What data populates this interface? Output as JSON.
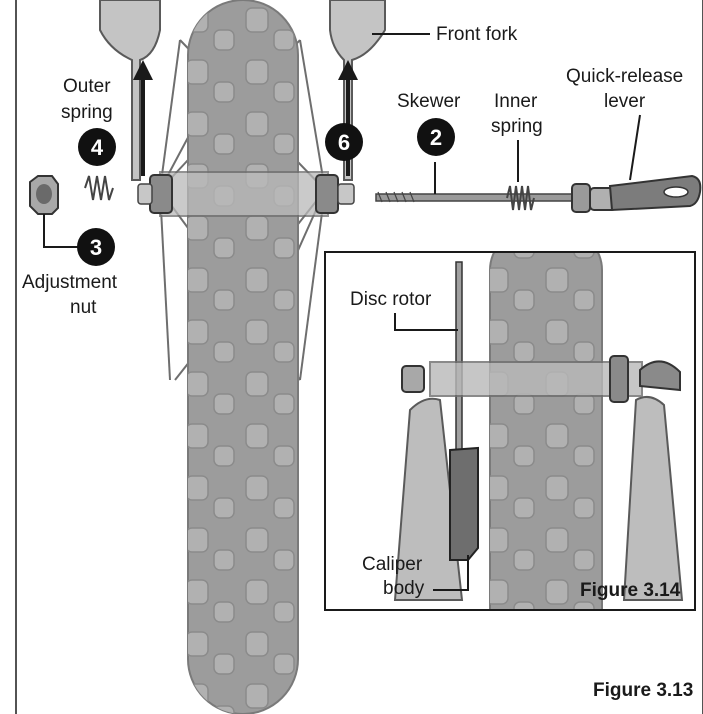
{
  "labels": {
    "front_fork": "Front fork",
    "outer_spring_1": "Outer",
    "outer_spring_2": "spring",
    "skewer": "Skewer",
    "inner_spring_1": "Inner",
    "inner_spring_2": "spring",
    "qr_lever_1": "Quick-release",
    "qr_lever_2": "lever",
    "adjust_nut_1": "Adjustment",
    "adjust_nut_2": "nut",
    "disc_rotor": "Disc rotor",
    "caliper_1": "Caliper",
    "caliper_2": "body"
  },
  "badges": {
    "outer_spring": "4",
    "skewer": "2",
    "adjust_nut": "3",
    "fork_arrow": "6"
  },
  "figures": {
    "main": "Figure 3.13",
    "inset": "Figure 3.14"
  },
  "colors": {
    "tire": "#9c9c9c",
    "tire_dark": "#7f7f7f",
    "knob": "#b5b5b5",
    "fork": "#c4c4c4",
    "metal": "#8a8a8a",
    "ink": "#1a1a1a",
    "badge": "#111111"
  }
}
